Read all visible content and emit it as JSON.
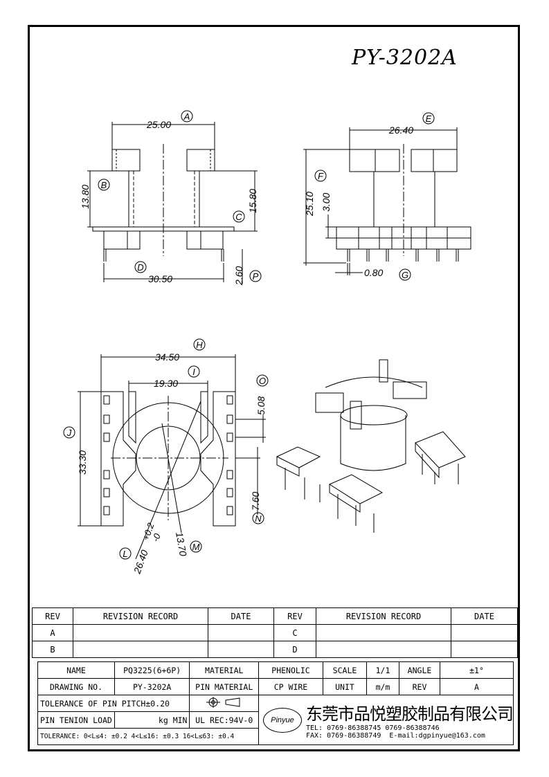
{
  "title": "PY-3202A",
  "view_top_left": {
    "dims": [
      "25.00",
      "13.80",
      "15.80",
      "30.50",
      "2.60"
    ],
    "labels": [
      "A",
      "B",
      "C",
      "D",
      "P"
    ]
  },
  "view_top_right": {
    "dims": [
      "26.40",
      "25.10",
      "3.00",
      "0.80"
    ],
    "labels": [
      "E",
      "F",
      "G"
    ]
  },
  "view_bottom_left": {
    "dims": [
      "34.50",
      "19.30",
      "5.08",
      "33.30",
      "7.60",
      "26.40",
      "+0.2",
      "-0",
      "13.70"
    ],
    "labels": [
      "H",
      "I",
      "O",
      "J",
      "N",
      "L",
      "M"
    ]
  },
  "revision_table": {
    "headers": [
      "REV",
      "REVISION RECORD",
      "DATE",
      "REV",
      "REVISION RECORD",
      "DATE"
    ],
    "rows": [
      [
        "A",
        "",
        "",
        "C",
        "",
        ""
      ],
      [
        "B",
        "",
        "",
        "D",
        "",
        ""
      ]
    ]
  },
  "title_block": {
    "name_label": "NAME",
    "name_value": "PQ3225(6+6P)",
    "material_label": "MATERIAL",
    "material_value": "PHENOLIC",
    "scale_label": "SCALE",
    "scale_value": "1/1",
    "angle_label": "ANGLE",
    "angle_value": "±1°",
    "drawing_label": "DRAWING NO.",
    "drawing_value": "PY-3202A",
    "pin_material_label": "PIN MATERIAL",
    "pin_material_value": "CP WIRE",
    "unit_label": "UNIT",
    "unit_value": "m/m",
    "rev_label": "REV",
    "rev_value": "A",
    "pin_pitch_tolerance": "TOLERANCE OF PIN PITCH±0.20",
    "pin_tension_label": "PIN TENION LOAD",
    "pin_tension_unit": "kg MIN",
    "ul_rec": "UL REC:94V-0",
    "tolerance_line": "TOLERANCE: 0<L≤4: ±0.2  4<L≤16: ±0.3  16<L≤63: ±0.4",
    "logo_text": "Pinyue",
    "company": "东莞市品悦塑胶制品有限公司",
    "tel": "TEL: 0769-86388745    0769-86388746",
    "fax": "FAX: 0769-86388749",
    "email": "E-mail:dgpinyue@163.com"
  }
}
